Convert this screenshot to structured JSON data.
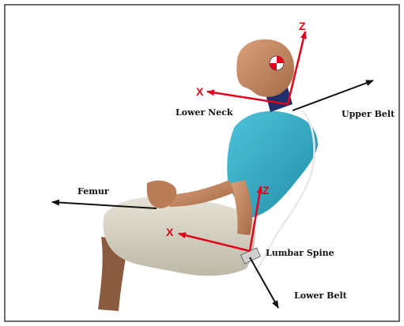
{
  "labels": {
    "lower_neck": "Lower Neck",
    "upper_belt": "Upper Belt",
    "femur": "Femur",
    "lumbar_spine": "Lumbar Spine",
    "lower_belt": "Lower Belt"
  },
  "axes": {
    "neck_z": "Z",
    "neck_x": "X",
    "lumbar_z": "Z",
    "lumbar_x": "X"
  },
  "colors": {
    "axis_red": "#e3001b",
    "force_arrow": "#111111",
    "shirt": "#38b3cc",
    "skin": "#c6906a",
    "pants": "#d9d6c8",
    "neck_collar": "#1f2f6b",
    "cable": "#e9e9e9"
  }
}
